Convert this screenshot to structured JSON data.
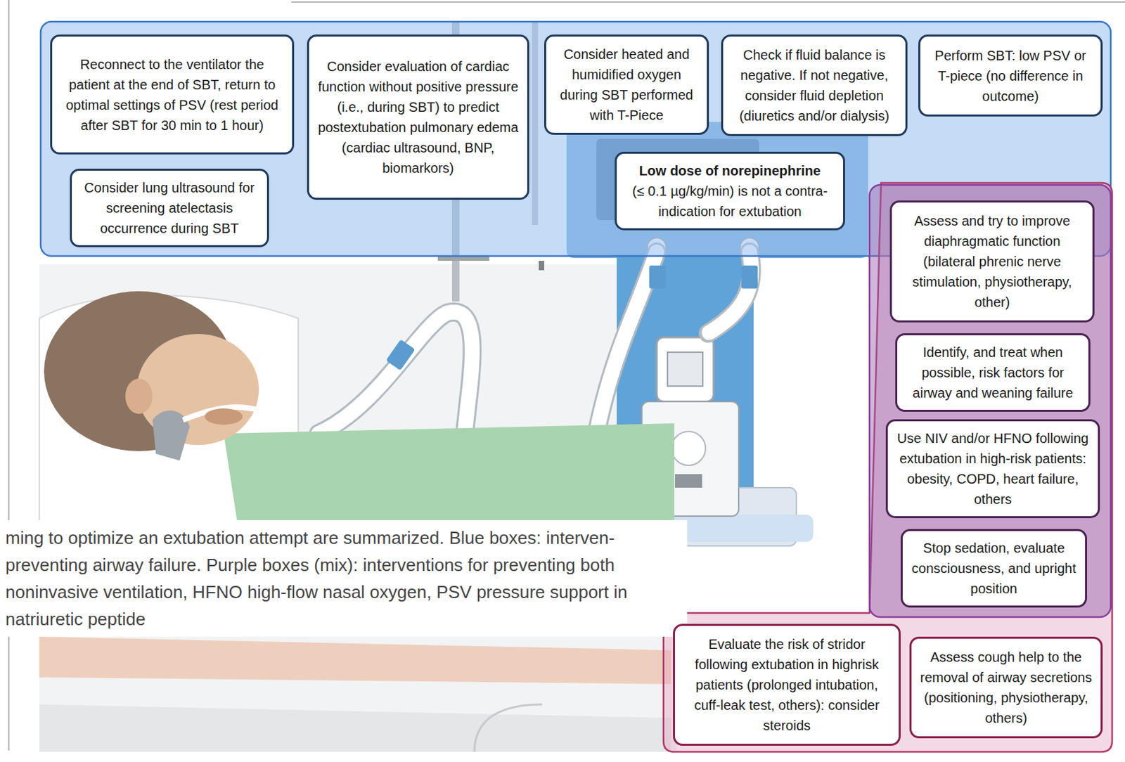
{
  "diagram": {
    "caption": "ming to optimize an extubation attempt are summarized. Blue boxes: interven- preventing airway failure. Purple boxes (mix): interventions for preventing both noninvasive ventilation, HFNO high-flow nasal oxygen, PSV pressure support in natriuretic peptide",
    "nodes": [
      {
        "text": [
          "Reconnect to the ventilator the patient at the end of SBT, return to optimal settings of PSV (rest period after SBT for 30 min to 1 hour)"
        ]
      },
      {
        "text": [
          "Consider evaluation of cardiac function without positive pressure (i.e., during SBT) to predict postextubation pulmonary edema (cardiac ultrasound, BNP, biomarkors)"
        ]
      },
      {
        "text": [
          "Consider heated and humidified oxygen during SBT performed with T-Piece"
        ]
      },
      {
        "text": [
          "Check if fluid balance is negative. If not negative, consider fluid depletion (diuretics and/or dialysis)"
        ]
      },
      {
        "text": [
          "Perform SBT: low PSV or T-piece (no difference in outcome)"
        ]
      },
      {
        "text": [
          "Consider lung ultrasound for screening atelectasis occurrence during SBT"
        ]
      },
      {
        "text": [
          "Low dose of norepinephrine",
          "(≤ 0.1 µg/kg/min) is not a contra-indication for extubation"
        ]
      },
      {
        "text": [
          "Assess and try to improve diaphragmatic function (bilateral phrenic nerve stimulation, physiotherapy, other)"
        ]
      },
      {
        "text": [
          "Identify, and treat when possible, risk factors for airway and weaning failure"
        ]
      },
      {
        "text": [
          "Use NIV and/or HFNO following extubation in high-risk patients: obesity, COPD, heart failure, others"
        ]
      },
      {
        "text": [
          "Stop sedation, evaluate consciousness, and upright position"
        ]
      },
      {
        "text": [
          "Evaluate the risk of stridor following extubation in highrisk patients (prolonged intubation, cuff-leak test, others): consider steroids"
        ]
      },
      {
        "text": [
          "Assess cough help to the removal of airway secretions (positioning, physiotherapy, others)"
        ]
      }
    ]
  }
}
